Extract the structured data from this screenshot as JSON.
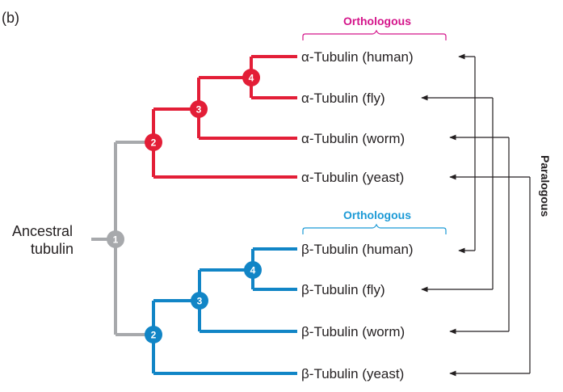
{
  "panel_label": "(b)",
  "root_label_line1": "Ancestral",
  "root_label_line2": "tubulin",
  "orthologous_alpha": "Orthologous",
  "orthologous_beta": "Orthologous",
  "paralogous": "Paralogous",
  "nodes": {
    "root": "1",
    "alpha": [
      "2",
      "3",
      "4"
    ],
    "beta": [
      "2",
      "3",
      "4"
    ]
  },
  "leaves": [
    "α-Tubulin (human)",
    "α-Tubulin (fly)",
    "α-Tubulin (worm)",
    "α-Tubulin (yeast)",
    "β-Tubulin (human)",
    "β-Tubulin (fly)",
    "β-Tubulin (worm)",
    "β-Tubulin (yeast)"
  ],
  "colors": {
    "alpha": "#e31e37",
    "beta": "#1185c6",
    "root": "#a7a9ac",
    "orthologous_alpha": "#d4148a",
    "orthologous_beta": "#1c9ad6",
    "text": "#231f20"
  }
}
